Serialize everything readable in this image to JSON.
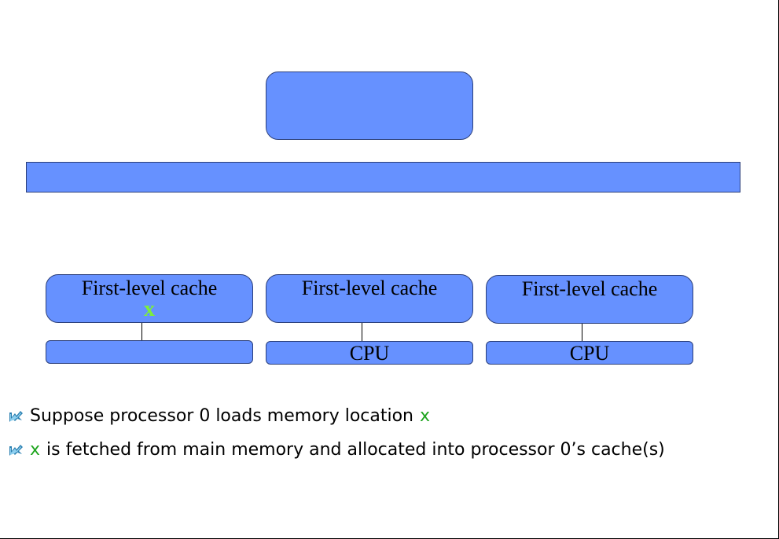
{
  "diagram": {
    "main_memory": {
      "label": ""
    },
    "bus": {
      "label": ""
    },
    "processors": [
      {
        "cache_label": "First-level cache",
        "cached_value": "x",
        "cpu_label": ""
      },
      {
        "cache_label": "First-level cache",
        "cached_value": "",
        "cpu_label": "CPU"
      },
      {
        "cache_label": "First-level cache",
        "cached_value": "",
        "cpu_label": "CPU"
      }
    ]
  },
  "bullets": [
    {
      "icon": "bullet-arrow-icon",
      "text": "Suppose processor 0 loads memory location",
      "highlight": "x"
    },
    {
      "icon": "bullet-arrow-icon",
      "highlight": "x",
      "text": "is fetched from main memory and allocated into processor 0’s cache(s)"
    }
  ],
  "colors": {
    "box_fill": "#6691ff",
    "box_border": "#2b3f7a",
    "cached_value": "#7cf03a",
    "highlight_text": "#1fa51f"
  }
}
